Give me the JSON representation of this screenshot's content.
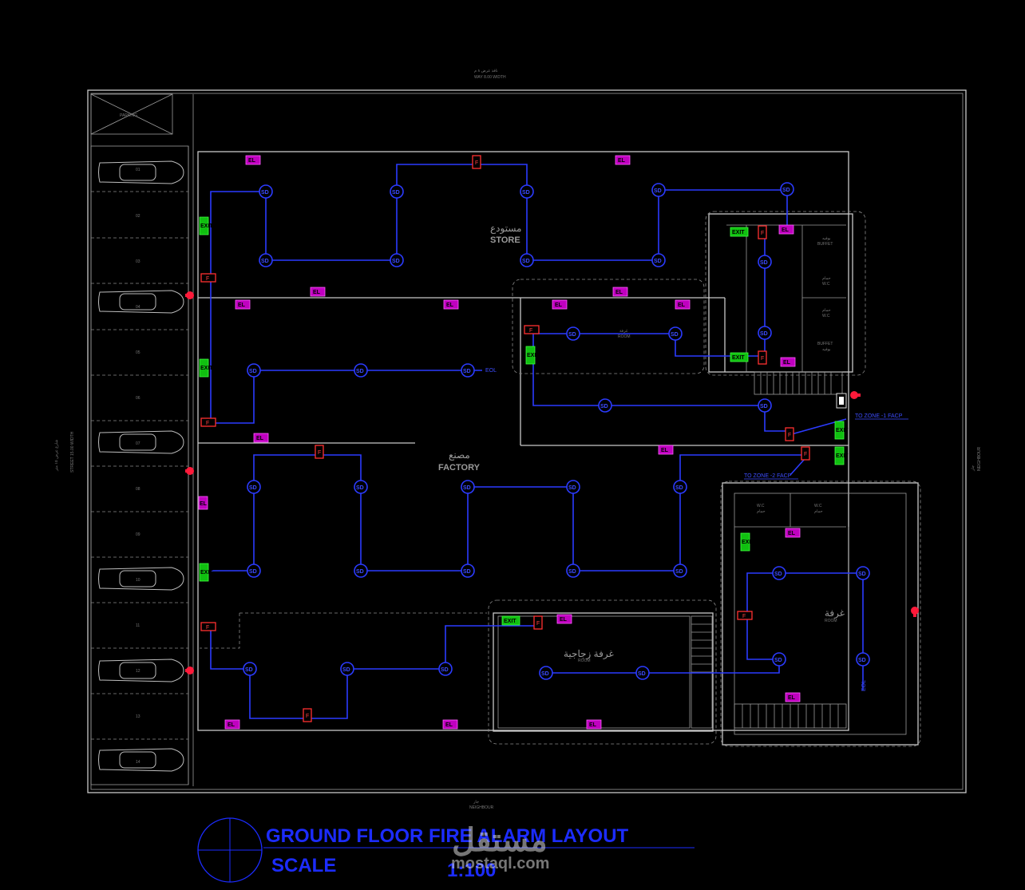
{
  "drawing": {
    "title_line1": "GROUND FLOOR FIRE ALARM LAYOUT",
    "title_line2": "SCALE",
    "scale_value": "1:100",
    "watermark_ar": "مستقل",
    "watermark_en": "mostaql.com"
  },
  "rooms": {
    "store_ar": "مستودع",
    "store_en": "STORE",
    "factory_ar": "مصنع",
    "factory_en": "FACTORY",
    "glass_room_ar": "غرفة زجاجية",
    "glass_room_en": "ROOM",
    "room_ar": "غرفة",
    "room_en": "ROOM",
    "room_small_ar": "غرفة",
    "room_small_en": "ROOM",
    "buffet1_ar": "بوفيه",
    "buffet1_en": "BUFFET",
    "wc1_ar": "حمام",
    "wc1_en": "W.C",
    "wc2_ar": "حمام",
    "wc2_en": "W.C",
    "buffet2_en": "BUFFET",
    "buffet2_ar": "بوفيه",
    "wc3_en": "W.C",
    "wc3_ar": "حمام",
    "wc4_en": "W.C",
    "wc4_ar": "حمام"
  },
  "labels": {
    "top_road_ar": "نافذ عرض ٨ م",
    "top_road_en": "WAY 8.00 WIDTH",
    "left_road_ar": "شارع عرض ١٥ متر",
    "left_road_en": "STREET 15.00 WIDTH",
    "bottom_neighbor_ar": "جار",
    "bottom_neighbor_en": "NEIGHBOUR",
    "right_neighbor_ar": "جار",
    "right_neighbor_en": "NEIGHBOUR",
    "zone1": "TO ZONE -1 FACP",
    "zone2": "TO ZONE -2 FACP",
    "parking_top": "PARKING"
  },
  "symbols": {
    "detector": "SD",
    "emergency_light": "EL",
    "exit": "EXIT",
    "fire_panel": "FACP",
    "manual_call": "F",
    "eol": "EOL"
  },
  "parking_numbers": [
    "01",
    "02",
    "03",
    "04",
    "05",
    "06",
    "07",
    "08",
    "09",
    "10",
    "11",
    "12",
    "13",
    "14"
  ],
  "colors": {
    "background": "#000000",
    "wiring": "#2b3bff",
    "emergency_light": "#c000c0",
    "exit_sign": "#10c010",
    "manual_call_point": "#ff3030",
    "alarm_bell": "#ff1a3a",
    "walls": "#c8c8c8"
  }
}
